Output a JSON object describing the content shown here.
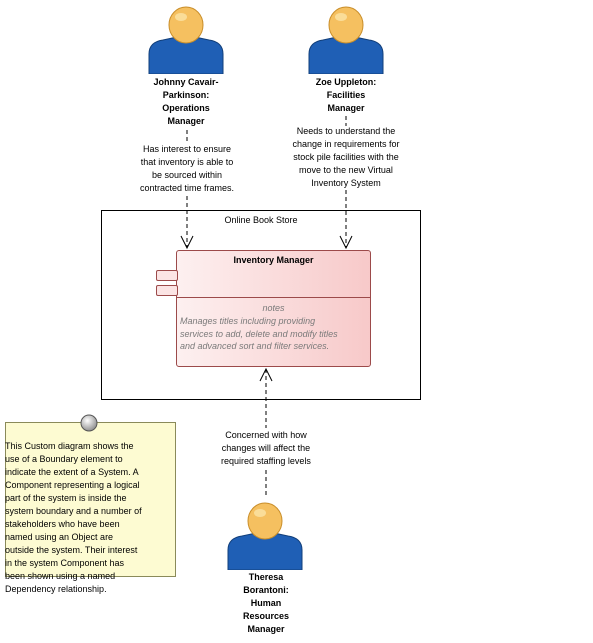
{
  "actors": {
    "johnny": {
      "name_lines": [
        "Johnny Cavair-",
        "Parkinson:",
        "Operations",
        "Manager"
      ]
    },
    "zoe": {
      "name_lines": [
        "Zoe Uppleton:",
        "Facilities",
        "Manager"
      ]
    },
    "theresa": {
      "name_lines": [
        "Theresa",
        "Borantoni:",
        "Human",
        "Resources",
        "Manager"
      ]
    }
  },
  "dependencies": {
    "johnny": {
      "label_lines": [
        "Has interest to ensure",
        "that inventory is able to",
        "be sourced within",
        "contracted time frames."
      ]
    },
    "zoe": {
      "label_lines": [
        "Needs to understand the",
        "change in requirements for",
        "stock pile facilities with the",
        "move to the new Virtual",
        "Inventory System"
      ]
    },
    "theresa": {
      "label_lines": [
        "Concerned with how",
        "changes will affect the",
        "required staffing levels"
      ]
    }
  },
  "boundary": {
    "title": "Online Book Store"
  },
  "component": {
    "title": "Inventory Manager",
    "notes_heading": "notes",
    "notes_lines": [
      "Manages titles including providing",
      "services to add, delete and modify titles",
      "and advanced sort and filter services."
    ]
  },
  "note": {
    "lines": [
      "This Custom diagram shows the",
      "use of a Boundary element to",
      "indicate the extent of a System. A",
      "Component representing a logical",
      "part of the system is inside the",
      "system boundary and a number of",
      "stakeholders who have been",
      "named using an Object are",
      "outside the system. Their interest",
      "in the system Component has",
      "been shown using a named",
      "Dependency relationship."
    ]
  },
  "colors": {
    "actor_head": "#f5c060",
    "actor_body": "#1f5fb5",
    "component_border": "#9c4a4a",
    "component_fill_start": "#fdf0f0",
    "component_fill_end": "#f7c9c9",
    "note_fill": "#fdfbd2",
    "notes_text": "#7a7a7a"
  }
}
